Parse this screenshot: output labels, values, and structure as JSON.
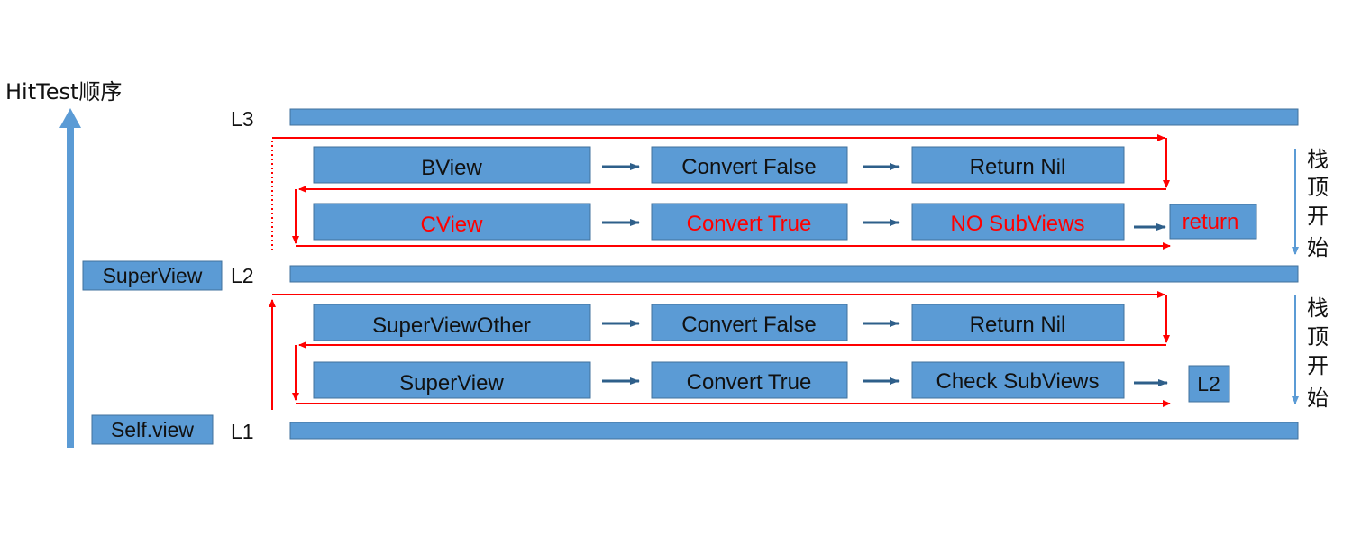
{
  "axis": {
    "title": "HitTest顺序",
    "color": "#5B9BD5"
  },
  "levels": [
    {
      "id": "L3",
      "label": "L3",
      "view": ""
    },
    {
      "id": "L2",
      "label": "L2",
      "view": "SuperView"
    },
    {
      "id": "L1",
      "label": "L1",
      "view": "Self.view"
    }
  ],
  "groups": [
    {
      "id": "upper",
      "stack_label": [
        "栈",
        "顶",
        "开",
        "始"
      ],
      "rows": [
        {
          "steps": [
            "BView",
            "Convert False",
            "Return Nil"
          ],
          "result": "",
          "highlight": false
        },
        {
          "steps": [
            "CView",
            "Convert True",
            "NO SubViews"
          ],
          "result": "return",
          "highlight": true
        }
      ]
    },
    {
      "id": "lower",
      "stack_label": [
        "栈",
        "顶",
        "开",
        "始"
      ],
      "rows": [
        {
          "steps": [
            "SuperViewOther",
            "Convert False",
            "Return Nil"
          ],
          "result": "",
          "highlight": false
        },
        {
          "steps": [
            "SuperView",
            "Convert True",
            "Check SubViews"
          ],
          "result": "L2",
          "highlight": false
        }
      ]
    }
  ],
  "colors": {
    "box_fill": "#5B9BD5",
    "box_stroke": "#41719C",
    "arrow": "#2E5F8A",
    "flow_line": "#FF0000",
    "highlight_text": "#FF0000",
    "text": "#111111"
  }
}
